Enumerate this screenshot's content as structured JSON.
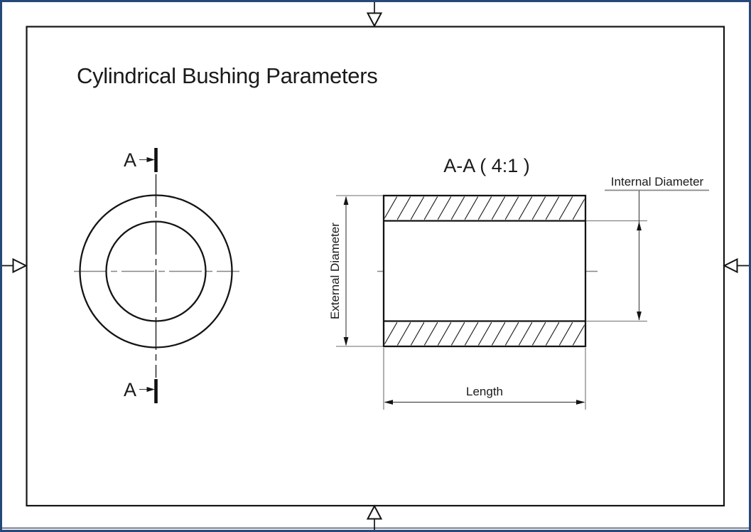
{
  "drawing": {
    "title": "Cylindrical Bushing Parameters",
    "front_view": {
      "section_marker_label": "A"
    },
    "section_view": {
      "title": "A-A ( 4:1 )",
      "scale": "4:1",
      "dimensions": {
        "external_diameter_label": "External Diameter",
        "internal_diameter_label": "Internal Diameter",
        "length_label": "Length"
      }
    },
    "colors": {
      "frame_border": "#254878",
      "sheet_background": "#ffffff",
      "object_line": "#141414",
      "centerline": "#868686",
      "dimension_line": "#4a4a4a",
      "bottom_shadow": "#8a919e"
    }
  }
}
